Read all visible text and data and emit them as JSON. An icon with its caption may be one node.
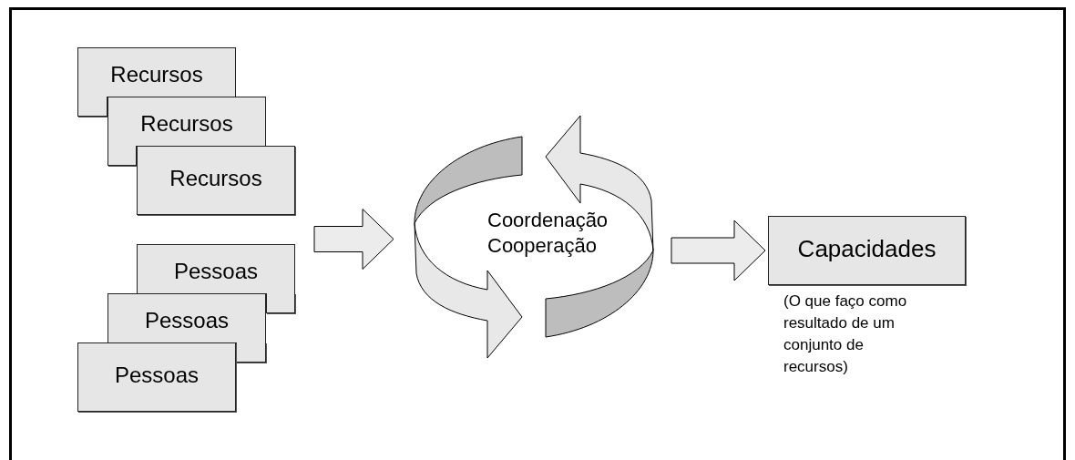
{
  "diagram": {
    "nodes": [
      {
        "text": [
          "Recursos"
        ]
      },
      {
        "text": [
          "Recursos"
        ]
      },
      {
        "text": [
          "Recursos"
        ]
      },
      {
        "text": [
          "Pessoas"
        ]
      },
      {
        "text": [
          "Pessoas"
        ]
      },
      {
        "text": [
          "Pessoas"
        ]
      },
      {
        "text": [
          "Coordenação Cooperação"
        ]
      },
      {
        "text": [
          "Capacidades"
        ],
        "beside": [
          "(O que faço como resultado de um conjunto de recursos)"
        ]
      }
    ],
    "edges": [
      {
        "from": null,
        "to": 6,
        "arrow": "to"
      },
      {
        "from": 6,
        "to": 7,
        "arrow": "to"
      }
    ]
  }
}
